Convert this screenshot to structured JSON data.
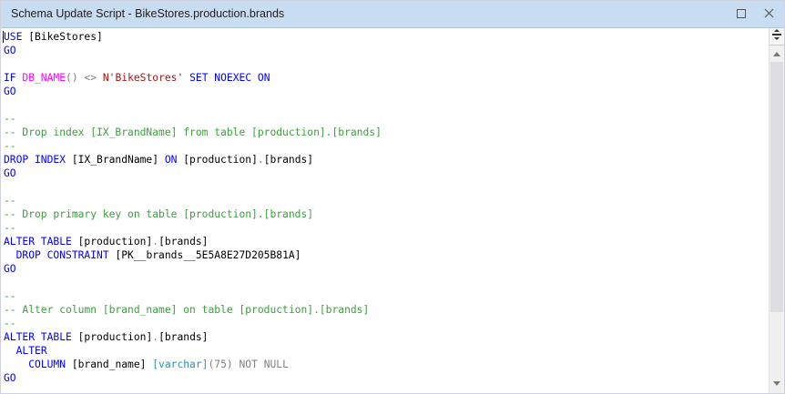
{
  "window": {
    "title": "Schema Update Script - BikeStores.production.brands",
    "maximize_icon": "maximize-icon",
    "close_icon": "close-icon"
  },
  "colors": {
    "titlebar_bg": "#c9ddf2",
    "keyword": "#0000ff",
    "function": "#ff00ff",
    "string": "#a31515",
    "comment": "#3c9e3c",
    "operator": "#808080",
    "type": "#2b91af"
  },
  "editor": {
    "lines": [
      [
        {
          "t": "USE",
          "c": "kw"
        },
        {
          "t": " [BikeStores]",
          "c": ""
        }
      ],
      [
        {
          "t": "GO",
          "c": "kw"
        }
      ],
      [],
      [
        {
          "t": "IF ",
          "c": "kw"
        },
        {
          "t": "DB_NAME",
          "c": "fn"
        },
        {
          "t": "()",
          "c": "op"
        },
        {
          "t": " ",
          "c": ""
        },
        {
          "t": "<>",
          "c": "op"
        },
        {
          "t": " ",
          "c": ""
        },
        {
          "t": "N'BikeStores'",
          "c": "str"
        },
        {
          "t": " ",
          "c": ""
        },
        {
          "t": "SET NOEXEC ON",
          "c": "kw"
        }
      ],
      [
        {
          "t": "GO",
          "c": "kw"
        }
      ],
      [],
      [
        {
          "t": "--",
          "c": "cm"
        }
      ],
      [
        {
          "t": "-- Drop index [IX_BrandName] from table [production].[brands]",
          "c": "cm"
        }
      ],
      [
        {
          "t": "--",
          "c": "cm"
        }
      ],
      [
        {
          "t": "DROP INDEX",
          "c": "kw"
        },
        {
          "t": " [IX_BrandName] ",
          "c": ""
        },
        {
          "t": "ON",
          "c": "kw"
        },
        {
          "t": " [production]",
          "c": ""
        },
        {
          "t": ".",
          "c": "op"
        },
        {
          "t": "[brands]",
          "c": ""
        }
      ],
      [
        {
          "t": "GO",
          "c": "kw"
        }
      ],
      [],
      [
        {
          "t": "--",
          "c": "cm"
        }
      ],
      [
        {
          "t": "-- Drop primary key on table [production].[brands]",
          "c": "cm"
        }
      ],
      [
        {
          "t": "--",
          "c": "cm"
        }
      ],
      [
        {
          "t": "ALTER TABLE",
          "c": "kw"
        },
        {
          "t": " [production]",
          "c": ""
        },
        {
          "t": ".",
          "c": "op"
        },
        {
          "t": "[brands]",
          "c": ""
        }
      ],
      [
        {
          "t": "  ",
          "c": ""
        },
        {
          "t": "DROP CONSTRAINT",
          "c": "kw"
        },
        {
          "t": " [PK__brands__5E5A8E27D205B81A]",
          "c": ""
        }
      ],
      [
        {
          "t": "GO",
          "c": "kw"
        }
      ],
      [],
      [
        {
          "t": "--",
          "c": "cm"
        }
      ],
      [
        {
          "t": "-- Alter column [brand_name] on table [production].[brands]",
          "c": "cm"
        }
      ],
      [
        {
          "t": "--",
          "c": "cm"
        }
      ],
      [
        {
          "t": "ALTER TABLE",
          "c": "kw"
        },
        {
          "t": " [production]",
          "c": ""
        },
        {
          "t": ".",
          "c": "op"
        },
        {
          "t": "[brands]",
          "c": ""
        }
      ],
      [
        {
          "t": "  ",
          "c": ""
        },
        {
          "t": "ALTER",
          "c": "kw"
        }
      ],
      [
        {
          "t": "    ",
          "c": ""
        },
        {
          "t": "COLUMN",
          "c": "kw"
        },
        {
          "t": " [brand_name] ",
          "c": ""
        },
        {
          "t": "[varchar]",
          "c": "ty"
        },
        {
          "t": "(75)",
          "c": "op"
        },
        {
          "t": " ",
          "c": ""
        },
        {
          "t": "NOT NULL",
          "c": "op"
        }
      ],
      [
        {
          "t": "GO",
          "c": "kw"
        }
      ]
    ]
  },
  "scrollbar": {
    "split_icon": "split-window-icon",
    "up_icon": "scroll-up-arrow-icon",
    "down_icon": "scroll-down-arrow-icon"
  }
}
